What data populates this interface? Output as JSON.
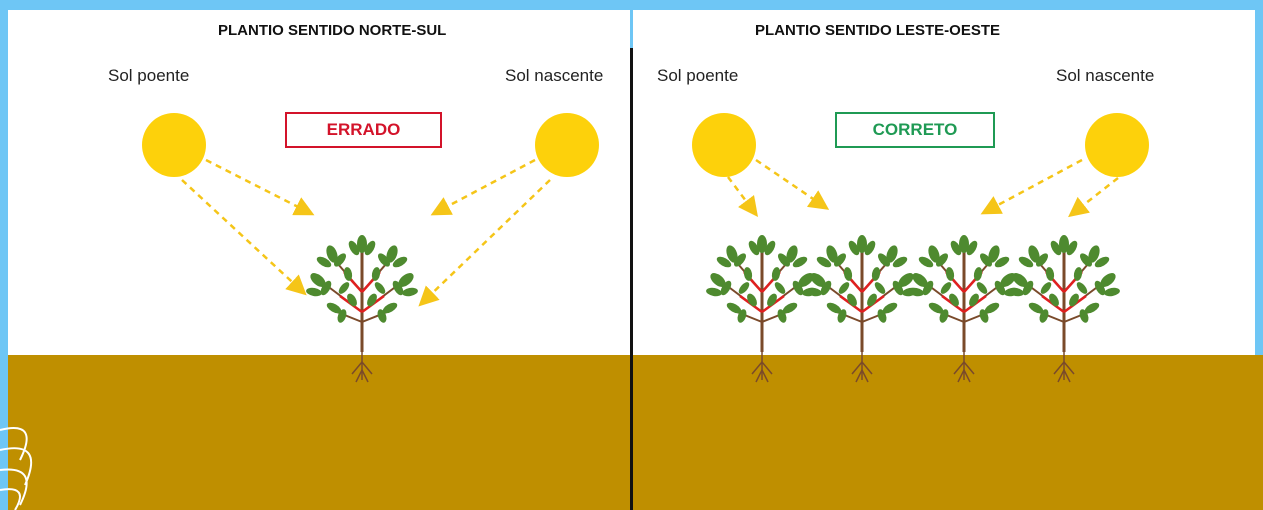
{
  "left_panel": {
    "title": "PLANTIO SENTIDO NORTE-SUL",
    "sun_west_label": "Sol poente",
    "sun_east_label": "Sol nascente",
    "verdict": "ERRADO",
    "verdict_color": "#d3132a",
    "plant_count": 1
  },
  "right_panel": {
    "title": "PLANTIO SENTIDO LESTE-OESTE",
    "sun_west_label": "Sol poente",
    "sun_east_label": "Sol nascente",
    "verdict": "CORRETO",
    "verdict_color": "#1f9a54",
    "plant_count": 4
  },
  "colors": {
    "sun": "#fdd10b",
    "arrow": "#f5c518",
    "ground": "#bf8f00",
    "leaf": "#4e8a2f",
    "stem": "#7a4a2a",
    "branch_accent": "#e02020",
    "border": "#6ec6f5"
  }
}
